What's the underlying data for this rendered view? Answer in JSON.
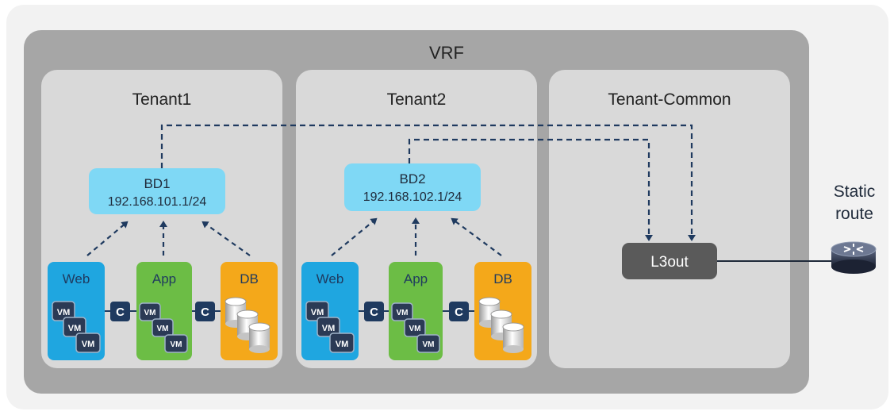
{
  "vrf": {
    "label": "VRF"
  },
  "tenants": [
    {
      "name": "Tenant1",
      "bd": {
        "name": "BD1",
        "subnet": "192.168.101.1/24"
      },
      "epgs": {
        "web": "Web",
        "app": "App",
        "db": "DB"
      },
      "contract_label": "C"
    },
    {
      "name": "Tenant2",
      "bd": {
        "name": "BD2",
        "subnet": "192.168.102.1/24"
      },
      "epgs": {
        "web": "Web",
        "app": "App",
        "db": "DB"
      },
      "contract_label": "C"
    }
  ],
  "tenant_common": {
    "name": "Tenant-Common",
    "l3out": "L3out"
  },
  "vm_label": "VM",
  "static_route": {
    "line1": "Static",
    "line2": "route"
  },
  "colors": {
    "outer_bg": "#f2f2f2",
    "vrf_bg": "#a6a6a6",
    "tenant_bg": "#d9d9d9",
    "bd": "#7fd8f5",
    "web": "#1fa6e0",
    "app": "#6cbd45",
    "db": "#f4a81a",
    "contract": "#1f3a5f",
    "l3out": "#5a5a5a",
    "dash": "#1f3a5f"
  }
}
